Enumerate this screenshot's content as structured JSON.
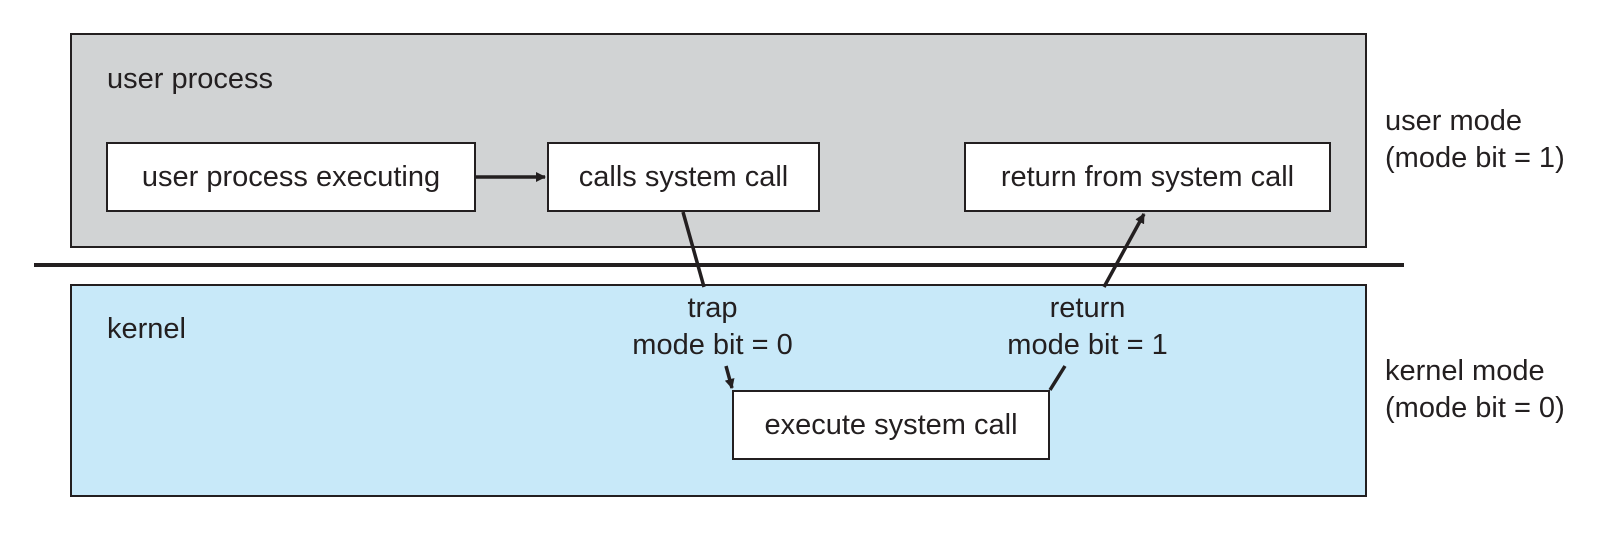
{
  "regions": {
    "user": {
      "label": "user process"
    },
    "kernel": {
      "label": "kernel"
    }
  },
  "boxes": {
    "user_process_executing": "user process executing",
    "calls_system_call": "calls system call",
    "return_from_system_call": "return from system call",
    "execute_system_call": "execute system call"
  },
  "transitions": {
    "trap": {
      "line1": "trap",
      "line2": "mode bit = 0"
    },
    "return": {
      "line1": "return",
      "line2": "mode bit = 1"
    }
  },
  "modes": {
    "user": {
      "line1": "user mode",
      "line2": "(mode bit = 1)"
    },
    "kernel": {
      "line1": "kernel mode",
      "line2": "(mode bit = 0)"
    }
  },
  "colors": {
    "user_region": "#d1d3d4",
    "kernel_region": "#c8e9f9",
    "stroke": "#231f20"
  }
}
